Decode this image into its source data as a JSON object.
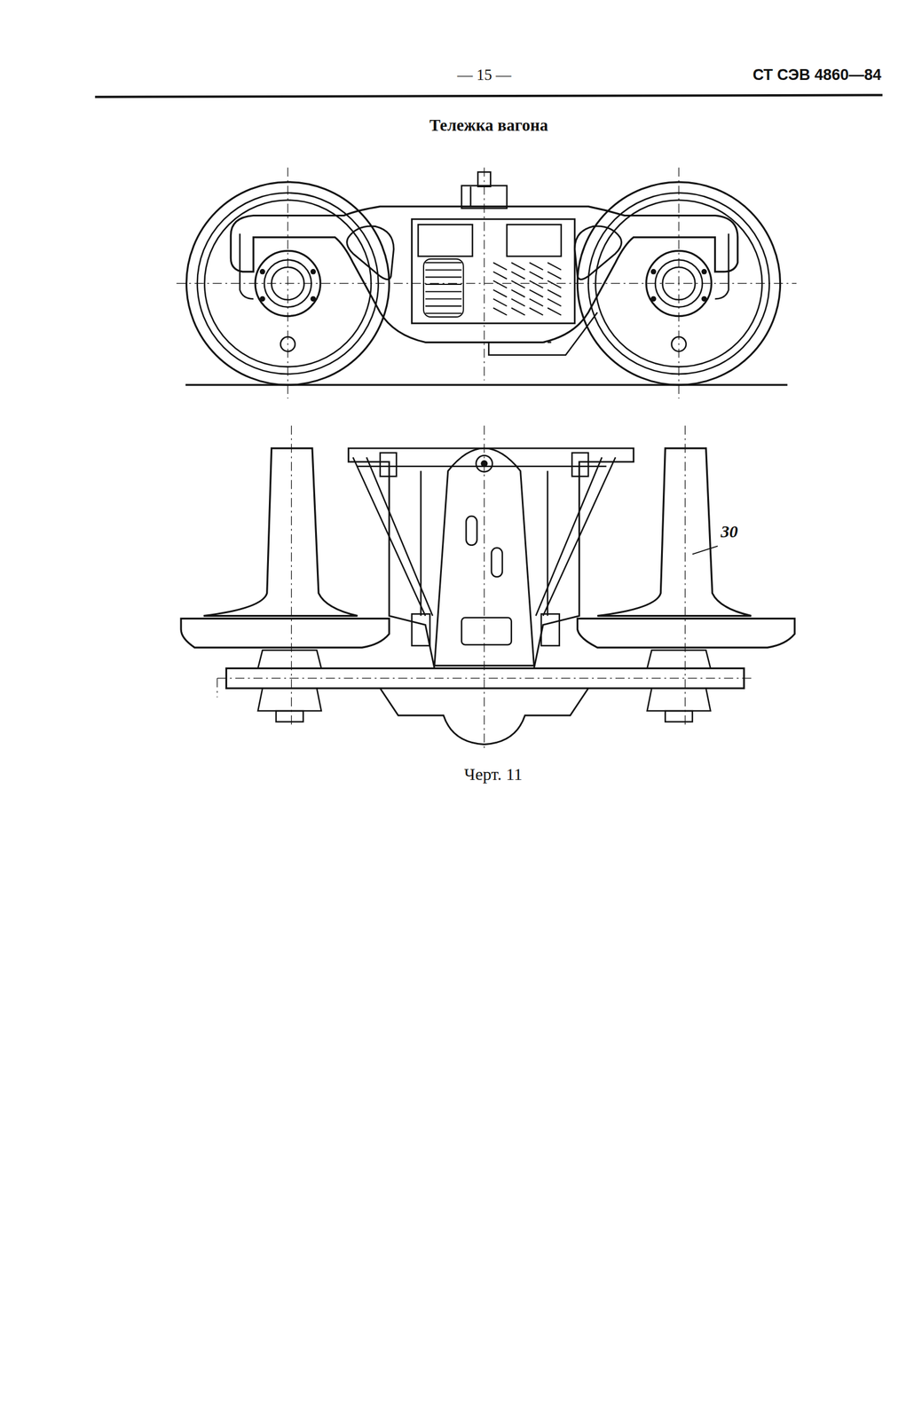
{
  "diagram": {
    "title": "Тележка вагона",
    "caption": "Черт. 11",
    "labels": [
      "— 15 —",
      "СТ СЭВ 4860—84",
      "30"
    ]
  }
}
